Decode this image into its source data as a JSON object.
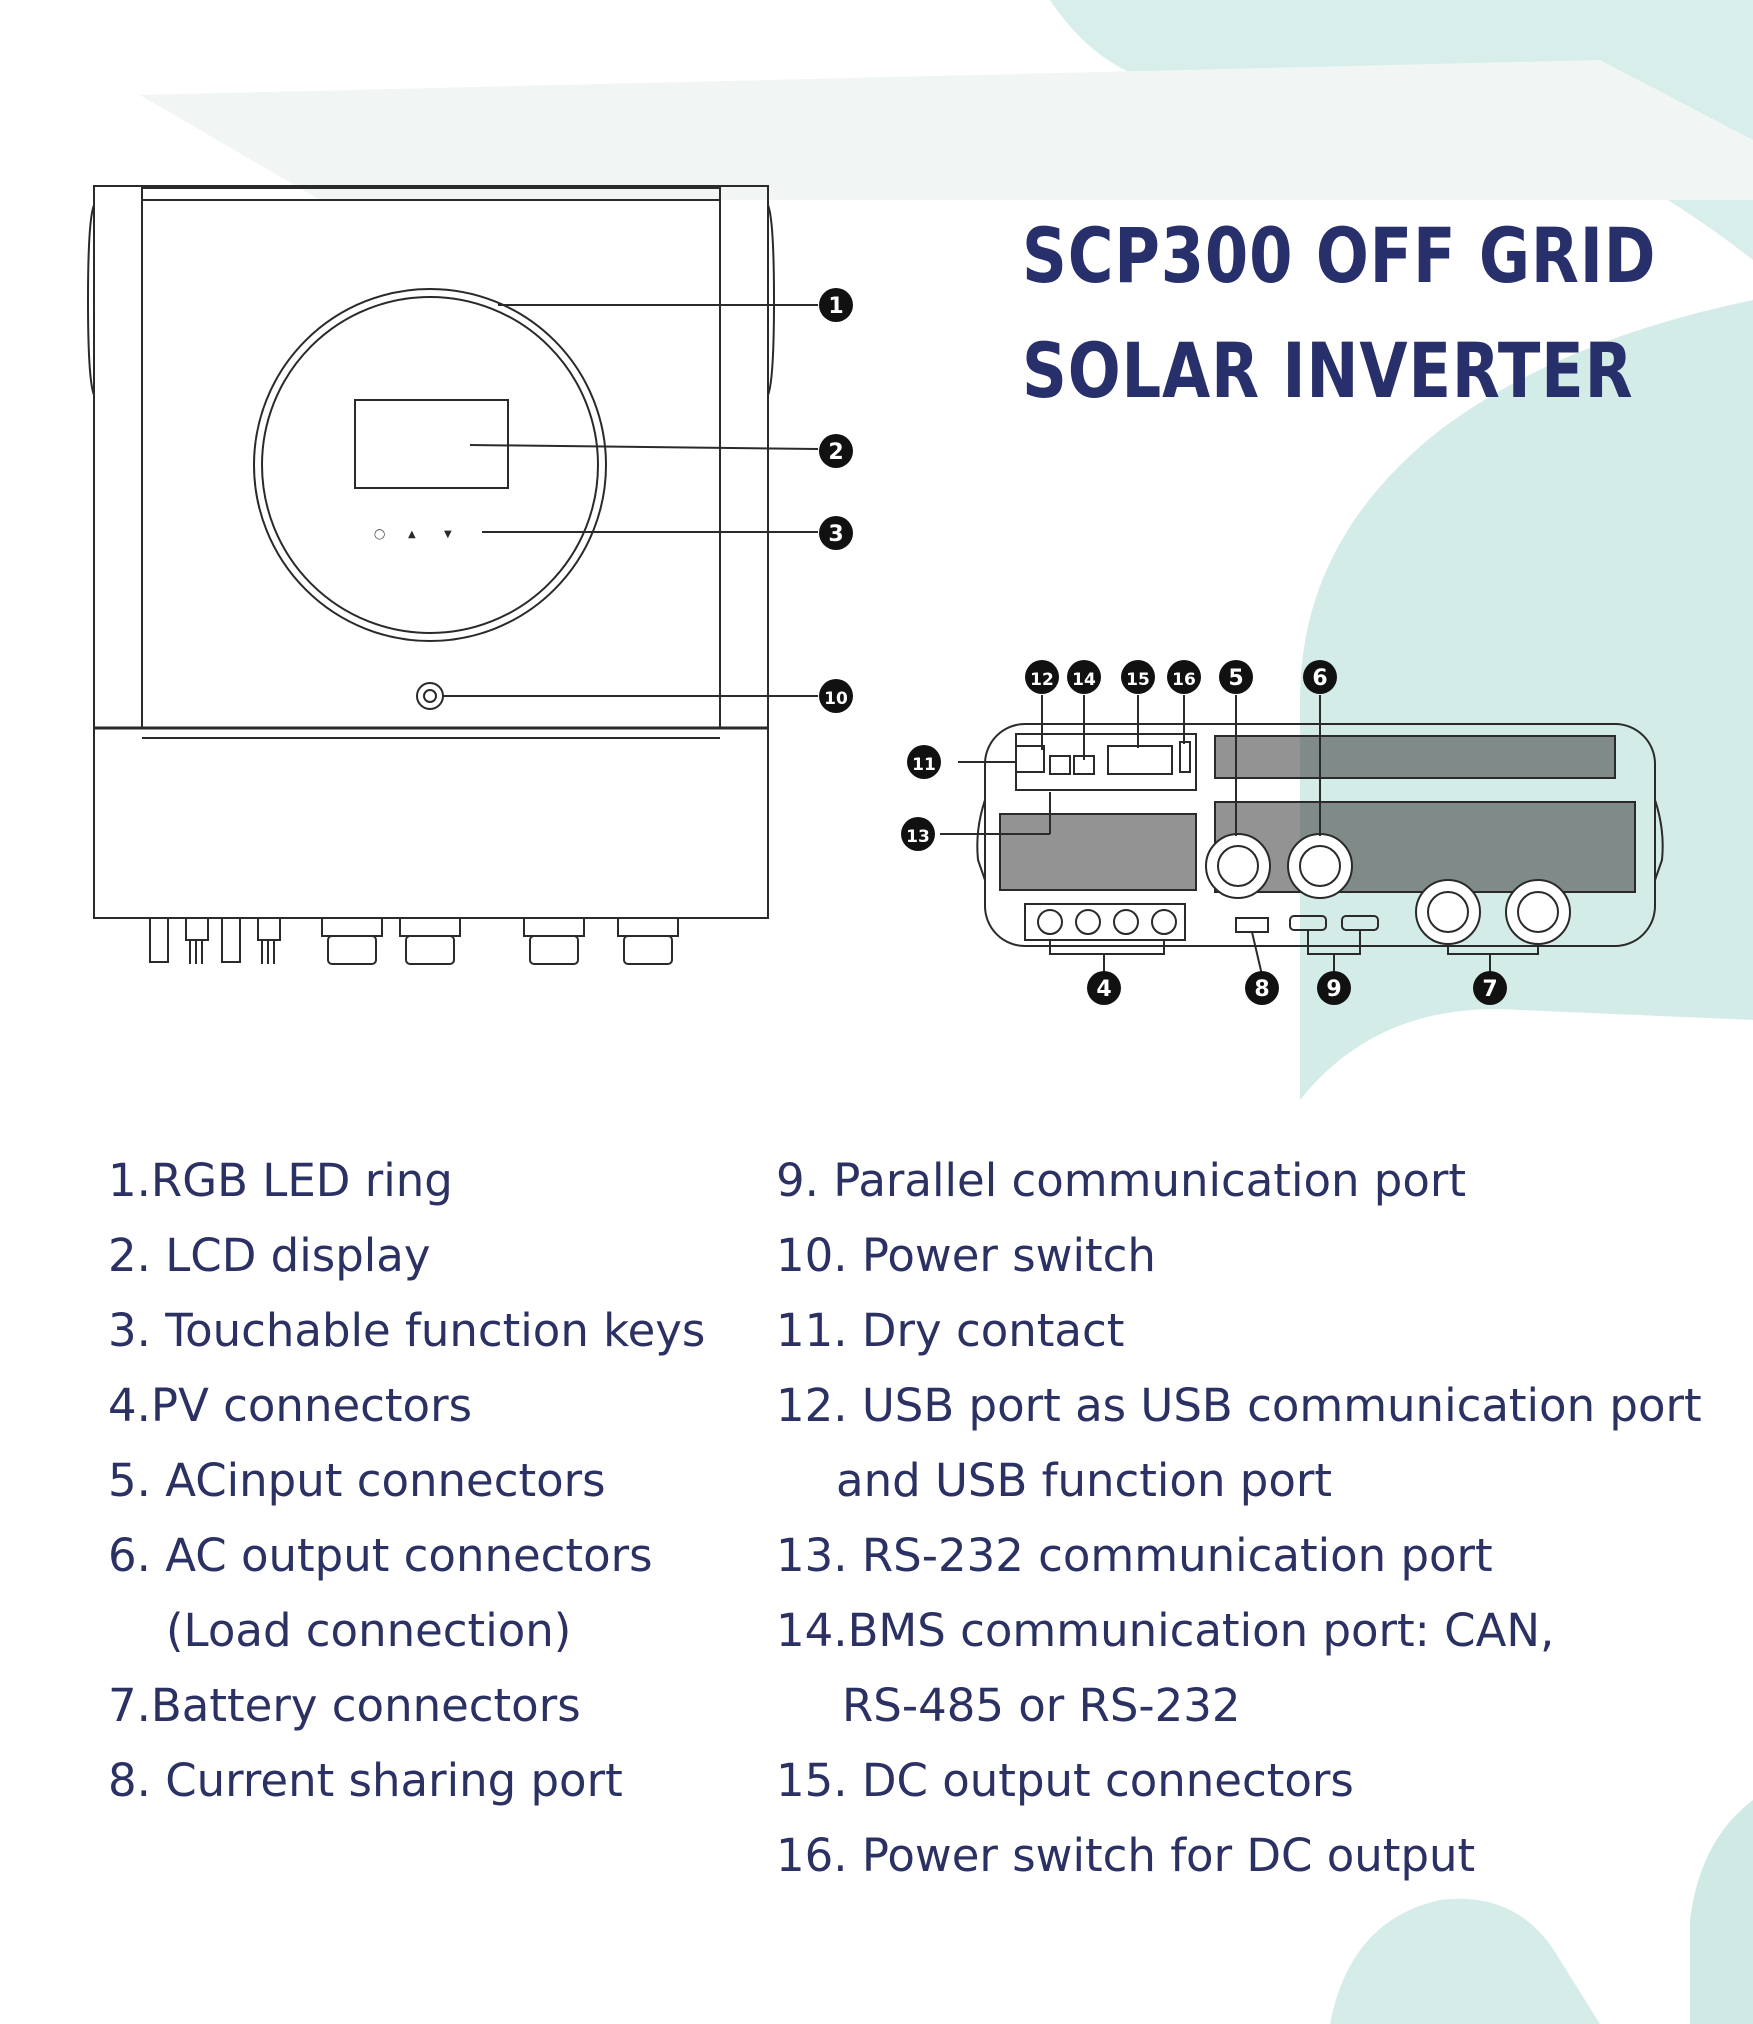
{
  "title": {
    "line1": "SCP300 OFF GRID",
    "line2": "SOLAR INVERTER"
  },
  "callouts": [
    "1",
    "2",
    "3",
    "10",
    "12",
    "14",
    "15",
    "16",
    "5",
    "6",
    "11",
    "13",
    "4",
    "8",
    "9",
    "7"
  ],
  "legend": {
    "left": [
      {
        "text": "1.RGB LED ring"
      },
      {
        "text": "2. LCD display"
      },
      {
        "text": "3. Touchable function keys"
      },
      {
        "text": "4.PV connectors"
      },
      {
        "text": "5. ACinput connectors"
      },
      {
        "text": "6. AC output connectors"
      },
      {
        "text": "(Load connection)"
      },
      {
        "text": "7.Battery connectors"
      },
      {
        "text": "8. Current sharing port"
      }
    ],
    "right": [
      {
        "text": "9. Parallel communication port"
      },
      {
        "text": "10. Power switch"
      },
      {
        "text": "11. Dry contact"
      },
      {
        "text": "12. USB port as USB communication port"
      },
      {
        "text": "and USB function port"
      },
      {
        "text": "13. RS-232 communication port"
      },
      {
        "text": "14.BMS communication port: CAN,"
      },
      {
        "text": "RS-485 or RS-232"
      },
      {
        "text": "15. DC output connectors"
      },
      {
        "text": "16. Power switch for DC output"
      }
    ]
  },
  "colors": {
    "title": "#27306b",
    "text": "#2b3163",
    "accent_shape": "#d2ebe6",
    "line_art": "#2a2a2a"
  }
}
